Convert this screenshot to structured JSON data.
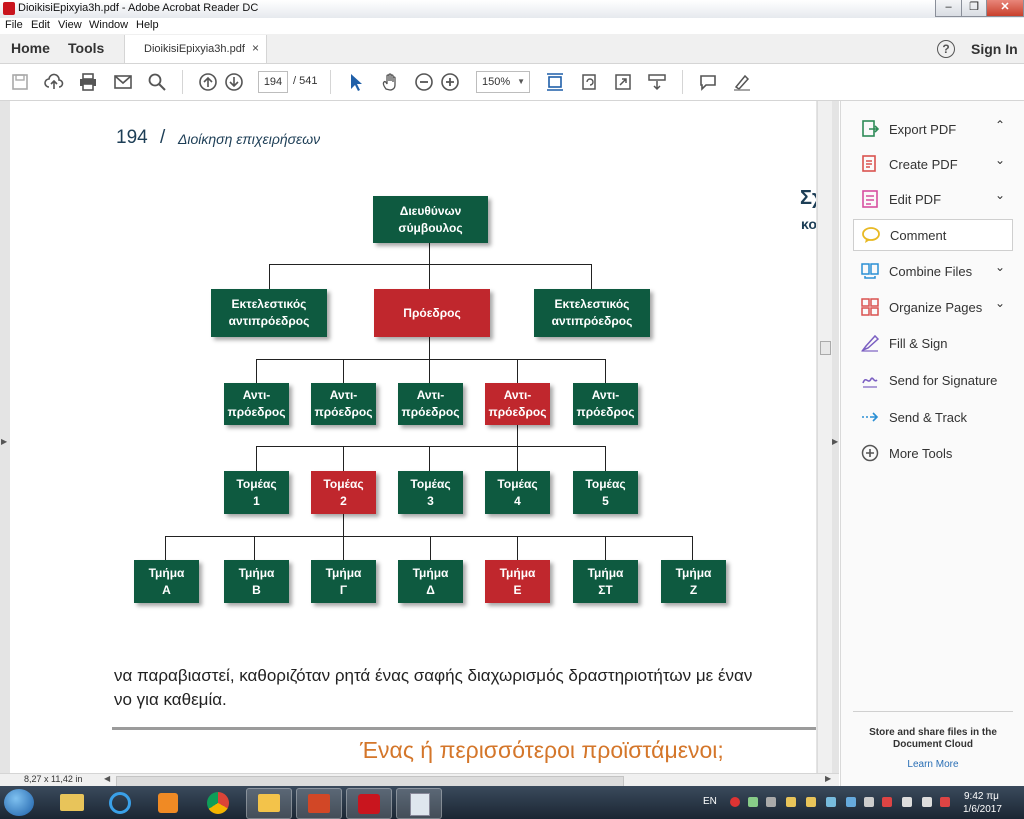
{
  "window": {
    "title": "DioikisiEpixyia3h.pdf - Adobe Acrobat Reader DC"
  },
  "menu": [
    "File",
    "Edit",
    "View",
    "Window",
    "Help"
  ],
  "tabs": {
    "home": "Home",
    "tools": "Tools",
    "doc": "DioikisiEpixyia3h.pdf",
    "close": "×",
    "help": "?",
    "sign_in": "Sign In"
  },
  "toolbar": {
    "page_current": "194",
    "page_total": "/ 541",
    "zoom": "150%"
  },
  "page": {
    "number": "194",
    "sep": "/",
    "header": "Διοίκηση επιχειρήσεων",
    "side_heading_1": "Σχ",
    "side_heading_2": "κο",
    "chart": {
      "ceo": "Διευθύνων\nσύμβουλος",
      "level1": [
        "Εκτελεστικός\nαντιπρόεδρος",
        "Πρόεδρος",
        "Εκτελεστικός\nαντιπρόεδρος"
      ],
      "level2": [
        "Αντι-\nπρόεδρος",
        "Αντι-\nπρόεδρος",
        "Αντι-\nπρόεδρος",
        "Αντι-\nπρόεδρος",
        "Αντι-\nπρόεδρος"
      ],
      "level3": [
        "Τομέας\n1",
        "Τομέας\n2",
        "Τομέας\n3",
        "Τομέας\n4",
        "Τομέας\n5"
      ],
      "level4": [
        "Τμήμα\nΑ",
        "Τμήμα\nΒ",
        "Τμήμα\nΓ",
        "Τμήμα\nΔ",
        "Τμήμα\nΕ",
        "Τμήμα\nΣΤ",
        "Τμήμα\nΖ"
      ]
    },
    "body_line_1": "να παραβιαστεί, καθοριζόταν ρητά ένας σαφής διαχωρισμός δραστηριοτήτων με έναν",
    "body_line_2": "νο για καθεμία.",
    "section_heading": "Ένας ή περισσότεροι προϊστάμενοι;"
  },
  "colors": {
    "green": "#0e5a40",
    "red": "#c0272d",
    "heading_blue": "#1d3e56",
    "orange": "#d4762a"
  },
  "tools": [
    {
      "label": "Export PDF",
      "icon": "export-pdf-icon",
      "chevron": "up",
      "color": "#2e8b57"
    },
    {
      "label": "Create PDF",
      "icon": "create-pdf-icon",
      "chevron": "down",
      "color": "#d9534f"
    },
    {
      "label": "Edit PDF",
      "icon": "edit-pdf-icon",
      "chevron": "down",
      "color": "#d84fa0"
    },
    {
      "label": "Comment",
      "icon": "comment-icon",
      "chevron": "",
      "color": "#e8b923"
    },
    {
      "label": "Combine Files",
      "icon": "combine-files-icon",
      "chevron": "down",
      "color": "#2a8fd4"
    },
    {
      "label": "Organize Pages",
      "icon": "organize-pages-icon",
      "chevron": "down",
      "color": "#d9534f"
    },
    {
      "label": "Fill & Sign",
      "icon": "fill-sign-icon",
      "chevron": "",
      "color": "#7b5fc2"
    },
    {
      "label": "Send for Signature",
      "icon": "send-for-signature-icon",
      "chevron": "",
      "color": "#7b5fc2"
    },
    {
      "label": "Send & Track",
      "icon": "send-track-icon",
      "chevron": "",
      "color": "#2a8fd4"
    },
    {
      "label": "More Tools",
      "icon": "more-tools-icon",
      "chevron": "",
      "color": "#555555"
    }
  ],
  "rpanel": {
    "store_text": "Store and share files in the Document Cloud",
    "learn_more": "Learn More"
  },
  "status": {
    "page_size": "8,27 x 11,42 in"
  },
  "taskbar": {
    "lang": "EN",
    "time": "9:42 πμ",
    "date": "1/6/2017"
  }
}
